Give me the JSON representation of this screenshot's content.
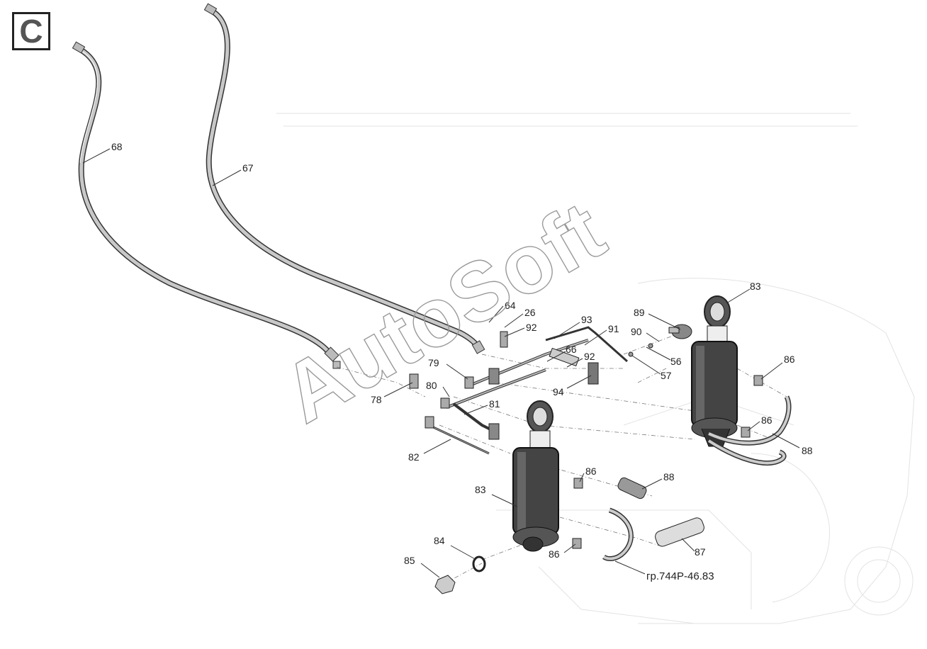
{
  "section_badge": "C",
  "watermark": "AutoSoft",
  "reference": "гр.744Р-46.83",
  "callouts": [
    {
      "id": "c68",
      "text": "68"
    },
    {
      "id": "c67",
      "text": "67"
    },
    {
      "id": "c64",
      "text": "64"
    },
    {
      "id": "c26",
      "text": "26"
    },
    {
      "id": "c92a",
      "text": "92"
    },
    {
      "id": "c93",
      "text": "93"
    },
    {
      "id": "c91",
      "text": "91"
    },
    {
      "id": "c89",
      "text": "89"
    },
    {
      "id": "c83a",
      "text": "83"
    },
    {
      "id": "c90",
      "text": "90"
    },
    {
      "id": "c56",
      "text": "56"
    },
    {
      "id": "c66",
      "text": "66"
    },
    {
      "id": "c92b",
      "text": "92"
    },
    {
      "id": "c57",
      "text": "57"
    },
    {
      "id": "c79",
      "text": "79"
    },
    {
      "id": "c80",
      "text": "80"
    },
    {
      "id": "c78",
      "text": "78"
    },
    {
      "id": "c94",
      "text": "94"
    },
    {
      "id": "c81",
      "text": "81"
    },
    {
      "id": "c82",
      "text": "82"
    },
    {
      "id": "c86a",
      "text": "86"
    },
    {
      "id": "c86b",
      "text": "86"
    },
    {
      "id": "c88a",
      "text": "88"
    },
    {
      "id": "c86c",
      "text": "86"
    },
    {
      "id": "c88b",
      "text": "88"
    },
    {
      "id": "c83b",
      "text": "83"
    },
    {
      "id": "c84",
      "text": "84"
    },
    {
      "id": "c85",
      "text": "85"
    },
    {
      "id": "c86d",
      "text": "86"
    },
    {
      "id": "c87",
      "text": "87"
    }
  ]
}
